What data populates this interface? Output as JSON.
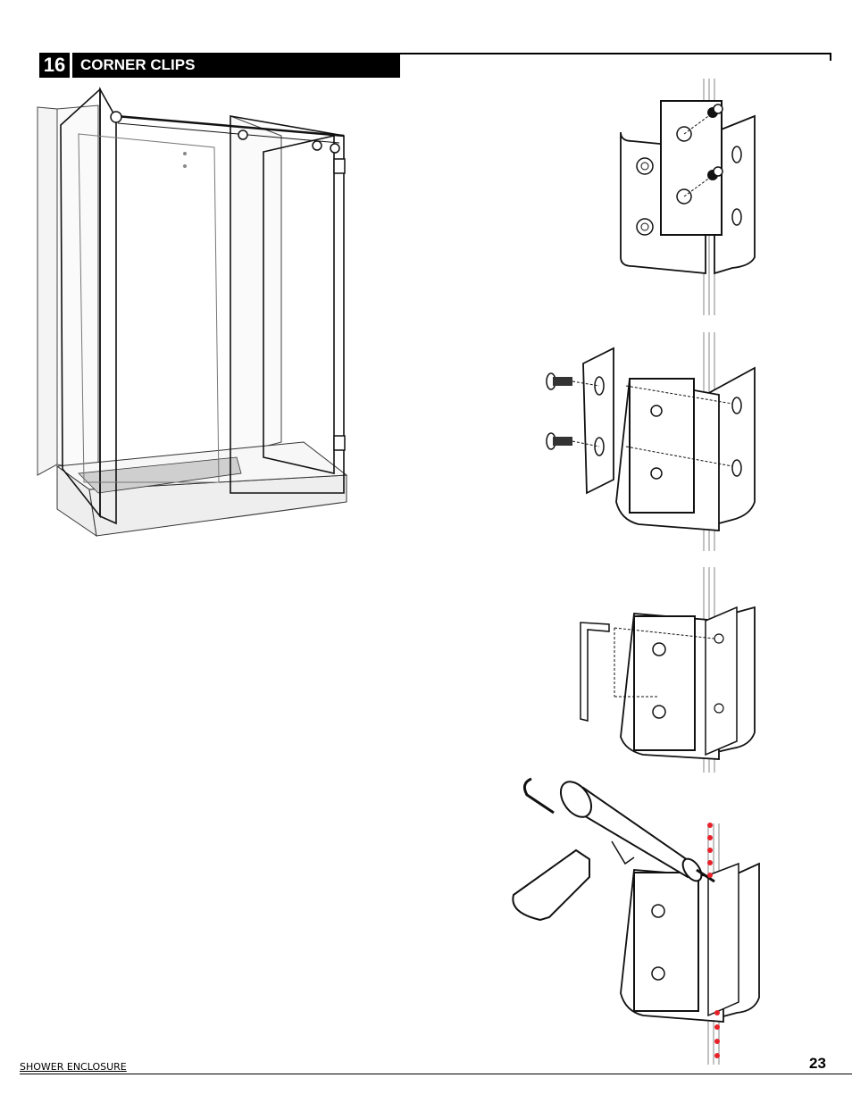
{
  "header": {
    "step_number": "16",
    "step_title": "CORNER CLIPS"
  },
  "footer": {
    "label": "SHOWER ENCLOSURE",
    "page_number": "23"
  },
  "illustrations": {
    "overview": "shower-enclosure-overview",
    "steps": [
      "clip-screws-removal",
      "clip-placement",
      "hex-key-tightening",
      "caulking"
    ]
  },
  "colors": {
    "ink": "#000000",
    "caulk_dots": "#e8212a",
    "shade": "#c8c8c8"
  }
}
